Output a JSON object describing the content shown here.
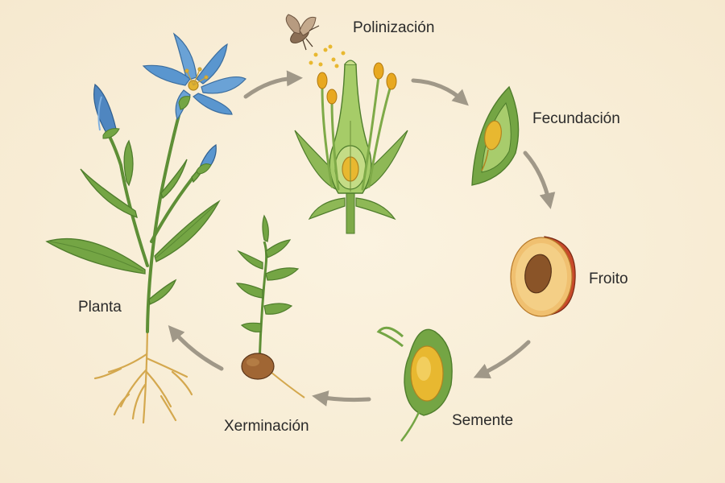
{
  "diagram": {
    "stages": [
      {
        "id": "planta",
        "label": "Planta"
      },
      {
        "id": "polinizacion",
        "label": "Polinización"
      },
      {
        "id": "fecundacion",
        "label": "Fecundación"
      },
      {
        "id": "froito",
        "label": "Froito"
      },
      {
        "id": "semente",
        "label": "Semente"
      },
      {
        "id": "xerminacion",
        "label": "Xerminación"
      }
    ],
    "colors": {
      "background": "#f8edd6",
      "arrow": "#a09888",
      "leaf": "#6a9a3e",
      "petal": "#5a96cf",
      "seed": "#e8b830",
      "fruit_skin": "#c84a2a",
      "seed_coat": "#8a5428"
    }
  }
}
